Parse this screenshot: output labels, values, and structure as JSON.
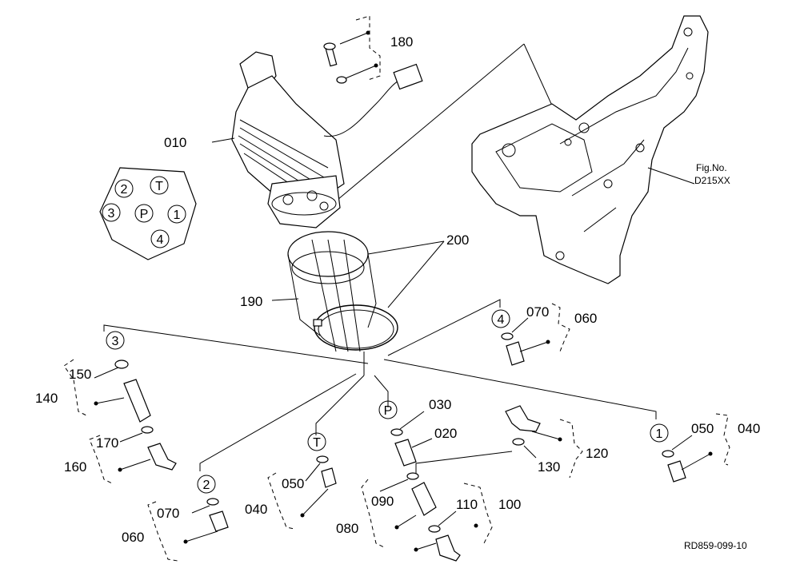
{
  "parts": {
    "p010": "010",
    "p180": "180",
    "p190": "190",
    "p200": "200",
    "p140": "140",
    "p150": "150",
    "p160": "160",
    "p170": "170",
    "p060a": "060",
    "p070a": "070",
    "p060b": "060",
    "p070b": "070",
    "p050a": "050",
    "p040a": "040",
    "p030": "030",
    "p020": "020",
    "p090": "090",
    "p080": "080",
    "p110": "110",
    "p100": "100",
    "p120": "120",
    "p130": "130",
    "p050b": "050",
    "p040b": "040"
  },
  "ports": {
    "two": "2",
    "t": "T",
    "three": "3",
    "p": "P",
    "one": "1",
    "four": "4"
  },
  "callouts": {
    "p3": "3",
    "p2": "2",
    "pT": "T",
    "pP": "P",
    "p1": "1",
    "p4": "4"
  },
  "figure": {
    "ref_label": "Fig.No.",
    "ref_code": "D215XX",
    "drawing_id": "RD859-099-10"
  }
}
